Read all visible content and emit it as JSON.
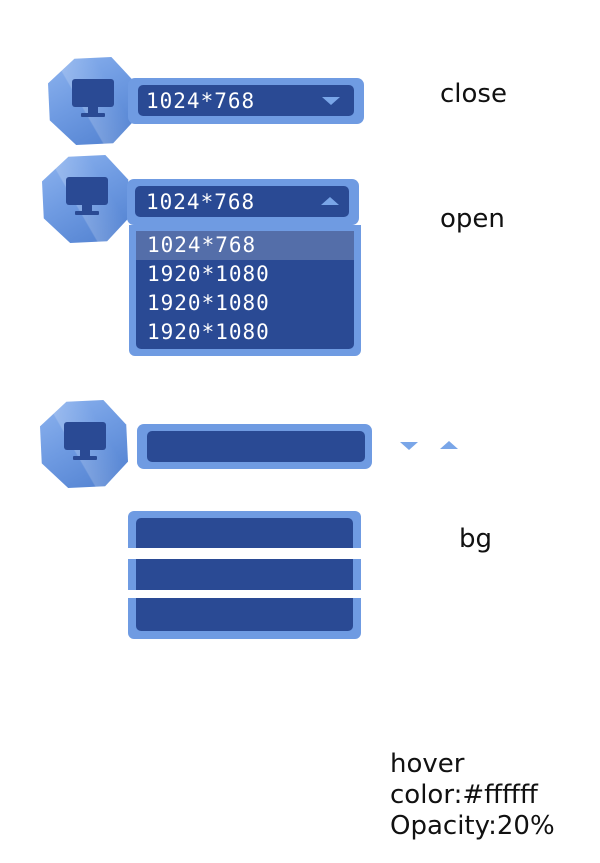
{
  "combo_closed": {
    "value": "1024*768",
    "state_label": "close",
    "icon": "chevron-down-icon"
  },
  "combo_open": {
    "value": "1024*768",
    "state_label": "open",
    "icon": "chevron-up-icon",
    "options": [
      "1024*768",
      "1920*1080",
      "1920*1080",
      "1920*1080"
    ],
    "hovered_index": 0
  },
  "assets": {
    "bg_label": "bg"
  },
  "hover_note": {
    "line1": "hover",
    "line2": "color:#ffffff",
    "line3": "Opacity:20%"
  },
  "colors": {
    "frame": "#6f9be2",
    "fill": "#2a4a94",
    "text": "#ffffff",
    "hover_overlay": "#ffffff"
  }
}
